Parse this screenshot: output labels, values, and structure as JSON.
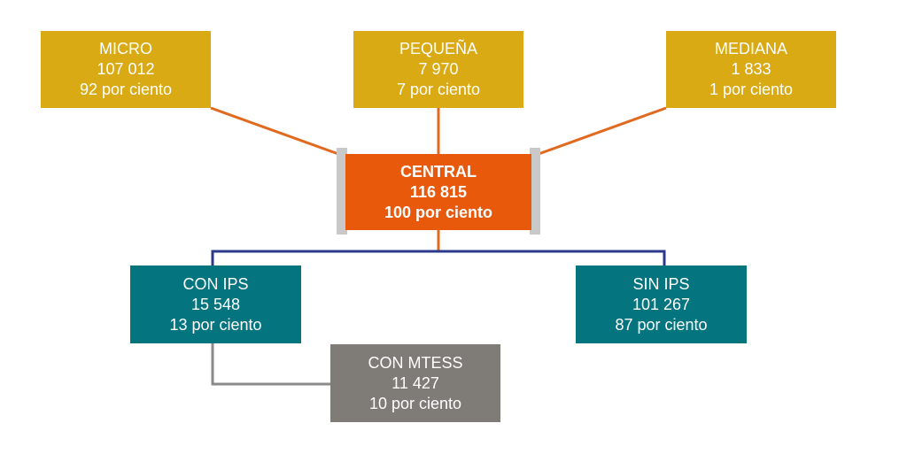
{
  "colors": {
    "size_nodes": "#d9aa14",
    "central_node": "#e8590c",
    "ips_nodes": "#04747f",
    "mtess_node": "#7f7b77",
    "size_connector": "#e06a1f",
    "ips_connector": "#2b3a8c",
    "mtess_connector": "#8a8a8a"
  },
  "nodes": {
    "micro": {
      "label": "MICRO",
      "value": "107 012",
      "share": "92 por ciento"
    },
    "pequena": {
      "label": "PEQUEÑA",
      "value": "7 970",
      "share": "7 por ciento"
    },
    "mediana": {
      "label": "MEDIANA",
      "value": "1 833",
      "share": "1 por ciento"
    },
    "central": {
      "label": "CENTRAL",
      "value": "116 815",
      "share": "100 por ciento"
    },
    "con_ips": {
      "label": "CON IPS",
      "value": "15 548",
      "share": "13 por ciento"
    },
    "sin_ips": {
      "label": "SIN IPS",
      "value": "101 267",
      "share": "87 por ciento"
    },
    "con_mtess": {
      "label": "CON MTESS",
      "value": "11 427",
      "share": "10 por ciento"
    }
  }
}
